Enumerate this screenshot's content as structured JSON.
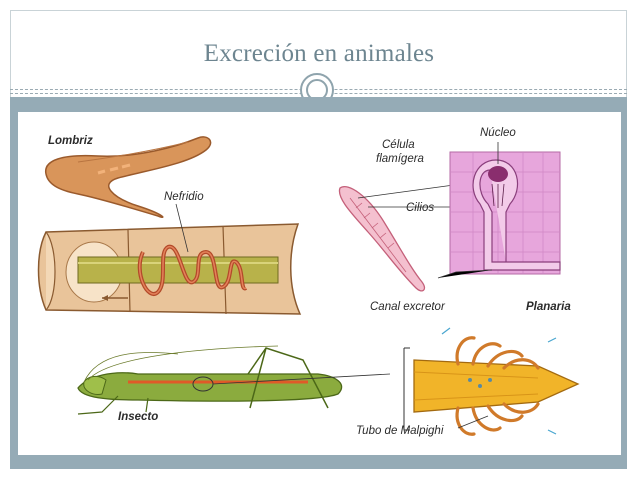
{
  "slide": {
    "title": "Excreción en animales"
  },
  "figure": {
    "labels": {
      "lombriz": "Lombriz",
      "nefridio": "Nefridio",
      "celula_flamigera_line1": "Célula",
      "celula_flamigera_line2": "flamígera",
      "nucleo": "Núcleo",
      "cilios": "Cilios",
      "canal_excretor": "Canal excretor",
      "planaria": "Planaria",
      "insecto": "Insecto",
      "tubo_malpighi": "Tubo de Malpighi"
    }
  },
  "colors": {
    "title": "#6d8590",
    "band": "#95abb6",
    "worm": "#d9955a",
    "planaria_tissue": "#e7a6dc",
    "insect": "#8bab3e",
    "malpighi": "#f1b429"
  }
}
